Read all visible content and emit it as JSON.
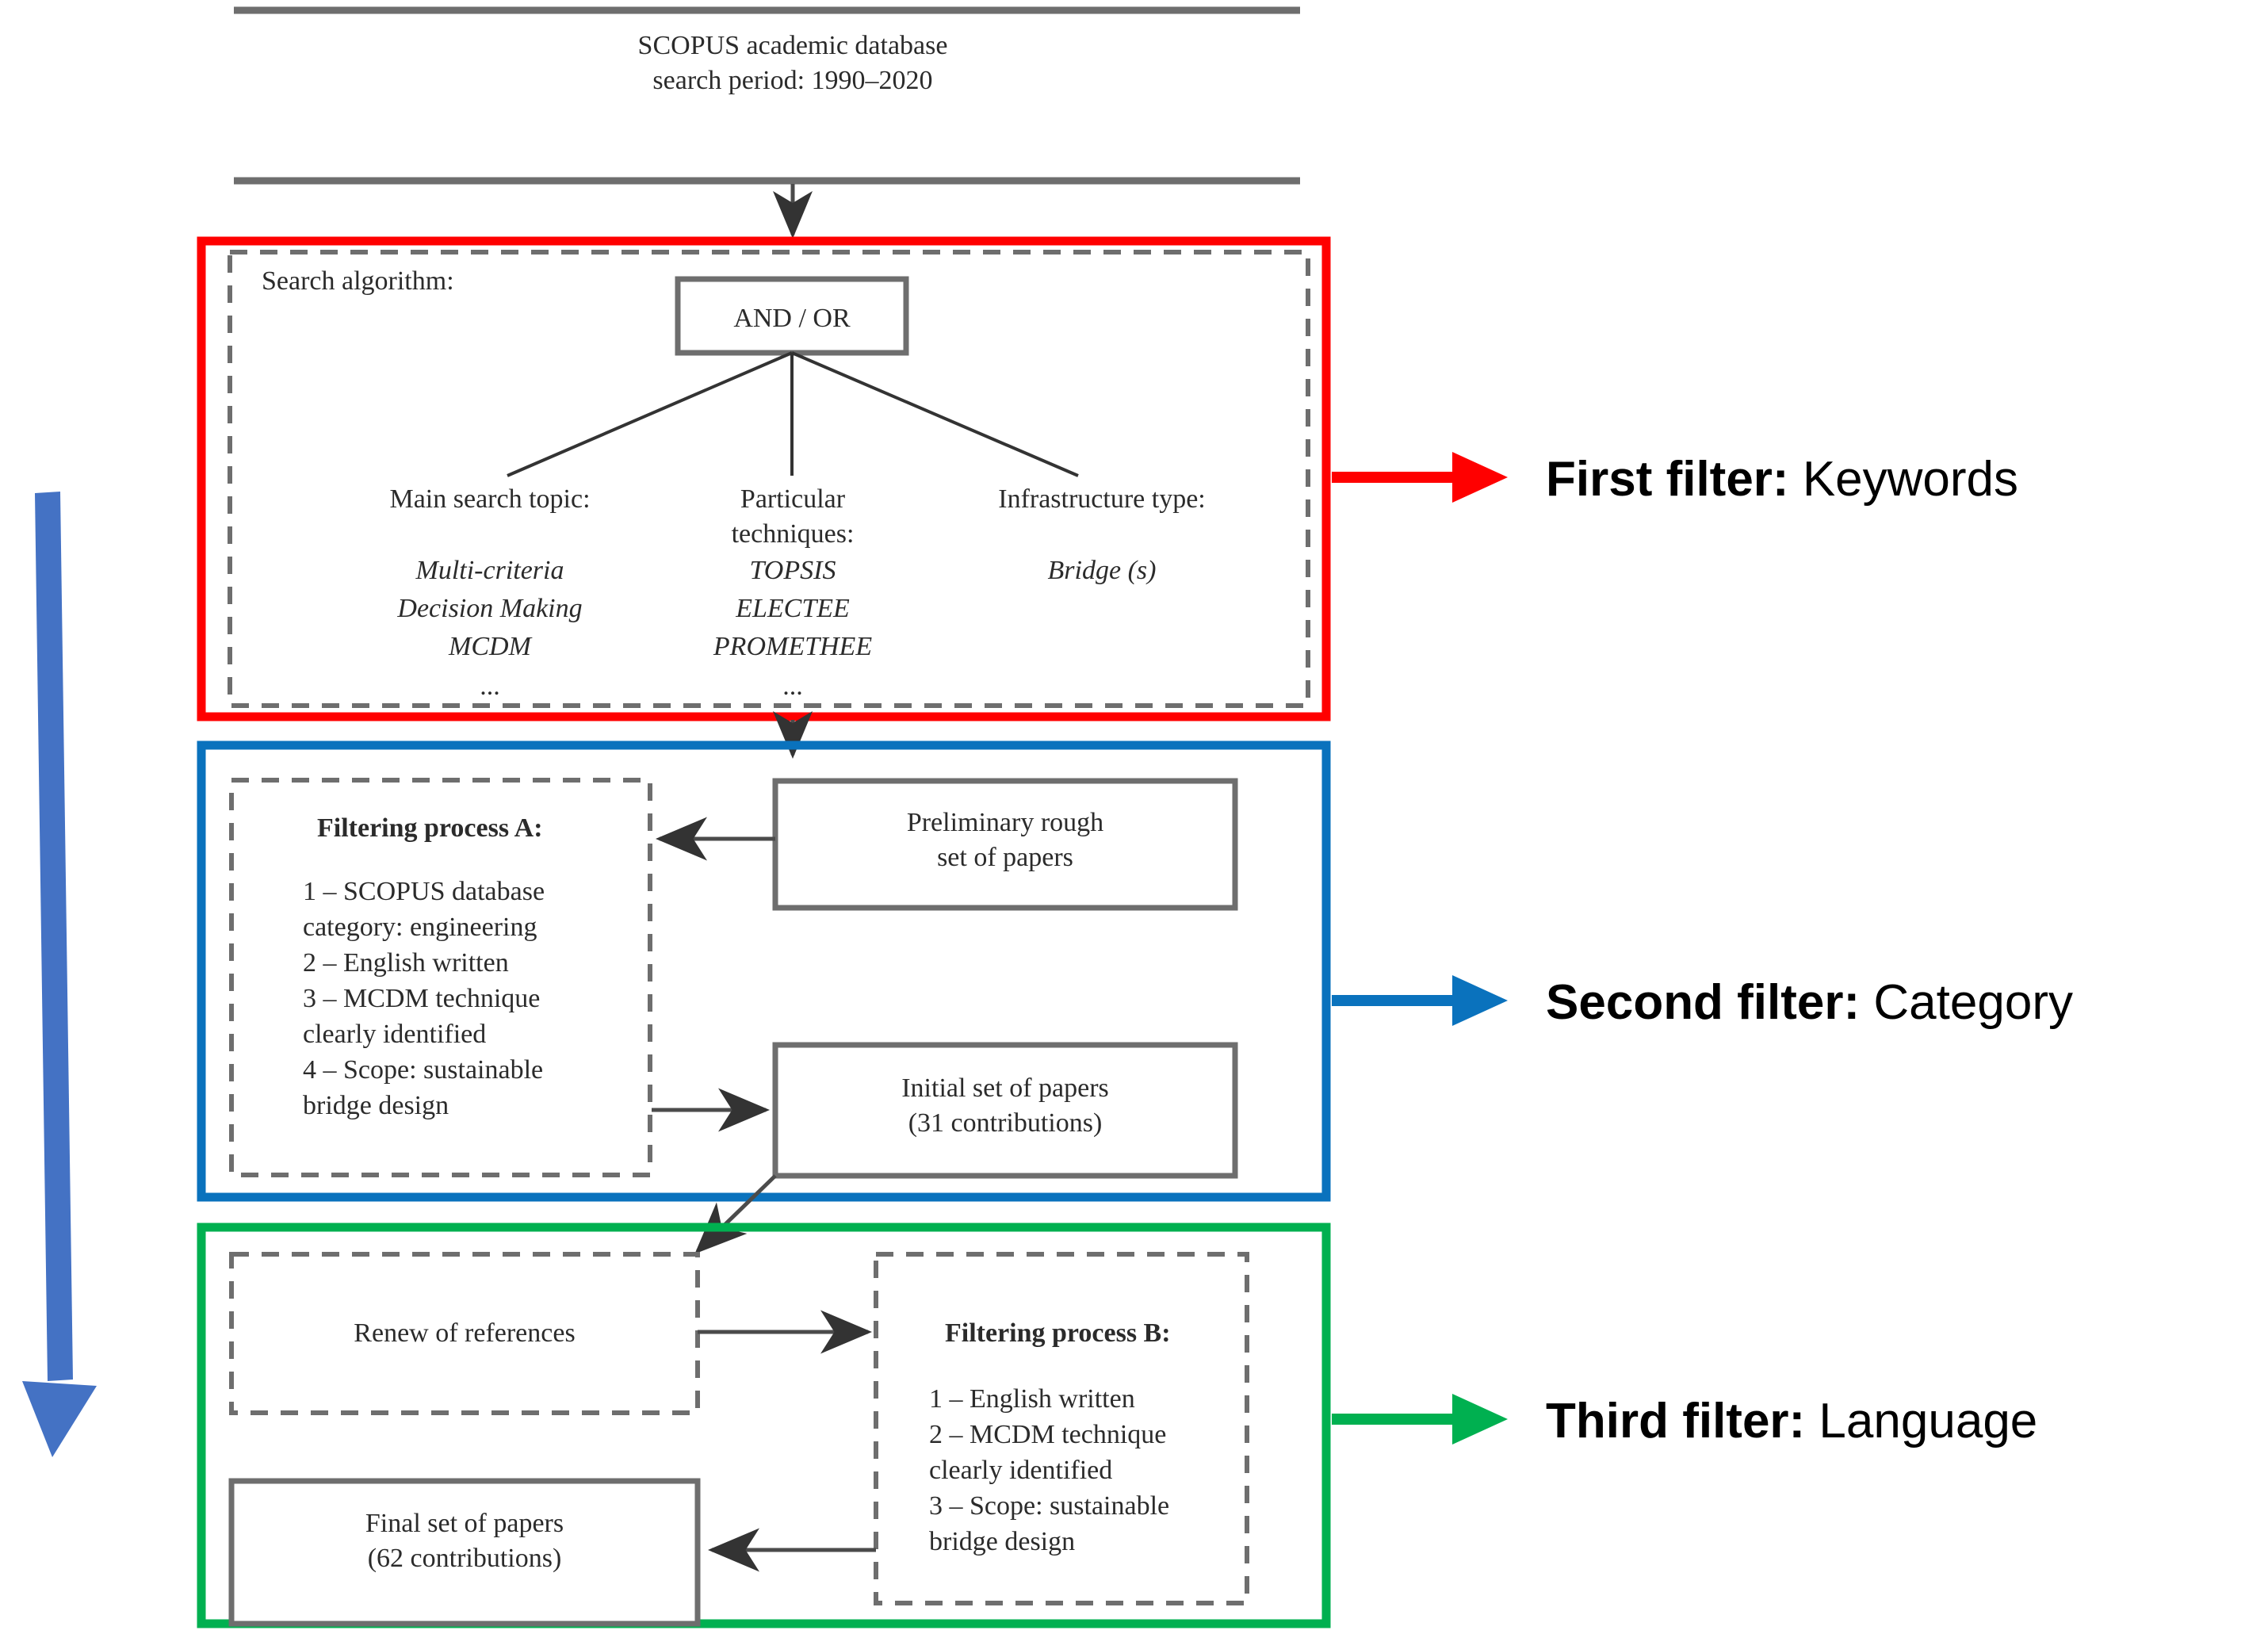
{
  "source_box": {
    "line1": "SCOPUS academic database",
    "line2": "search period: 1990–2020"
  },
  "filters": {
    "first": {
      "label": "First filter:",
      "value": " Keywords",
      "color": "#FF0000"
    },
    "second": {
      "label": "Second filter:",
      "value": " Category",
      "color": "#0A72BD"
    },
    "third": {
      "label": "Third filter:",
      "value": " Language",
      "color": "#00B050"
    }
  },
  "stage1": {
    "caption": "Search algorithm:",
    "operator": "AND / OR",
    "columns": [
      {
        "heading_line1": "Main search topic:",
        "heading_line2": "",
        "items": [
          "Multi-criteria",
          "Decision Making",
          "MCDM"
        ],
        "ellipsis": "..."
      },
      {
        "heading_line1": "Particular",
        "heading_line2": "techniques:",
        "items": [
          "TOPSIS",
          "ELECTEE",
          "PROMETHEE"
        ],
        "ellipsis": "..."
      },
      {
        "heading_line1": "Infrastructure type:",
        "heading_line2": "",
        "items": [
          "Bridge (s)"
        ],
        "ellipsis": ""
      }
    ]
  },
  "stage2": {
    "process_title": "Filtering process A:",
    "process_items": [
      "1 – SCOPUS database",
      "category: engineering",
      "2 – English written",
      "3 – MCDM technique",
      "clearly identified",
      "4 – Scope: sustainable",
      "bridge design"
    ],
    "preliminary_box": {
      "line1": "Preliminary rough",
      "line2": "set of papers"
    },
    "initial_box": {
      "line1": "Initial set of papers",
      "line2": "(31 contributions)"
    }
  },
  "stage3": {
    "renew_box": "Renew of references",
    "process_title": "Filtering process B:",
    "process_items": [
      "1 – English written",
      "2 – MCDM technique",
      "clearly identified",
      "3 – Scope: sustainable",
      "bridge design"
    ],
    "final_box": {
      "line1": "Final set of papers",
      "line2": "(62 contributions)"
    }
  },
  "flow_arrow": {
    "name": "downward-progress-arrow",
    "color": "#4472C4"
  }
}
